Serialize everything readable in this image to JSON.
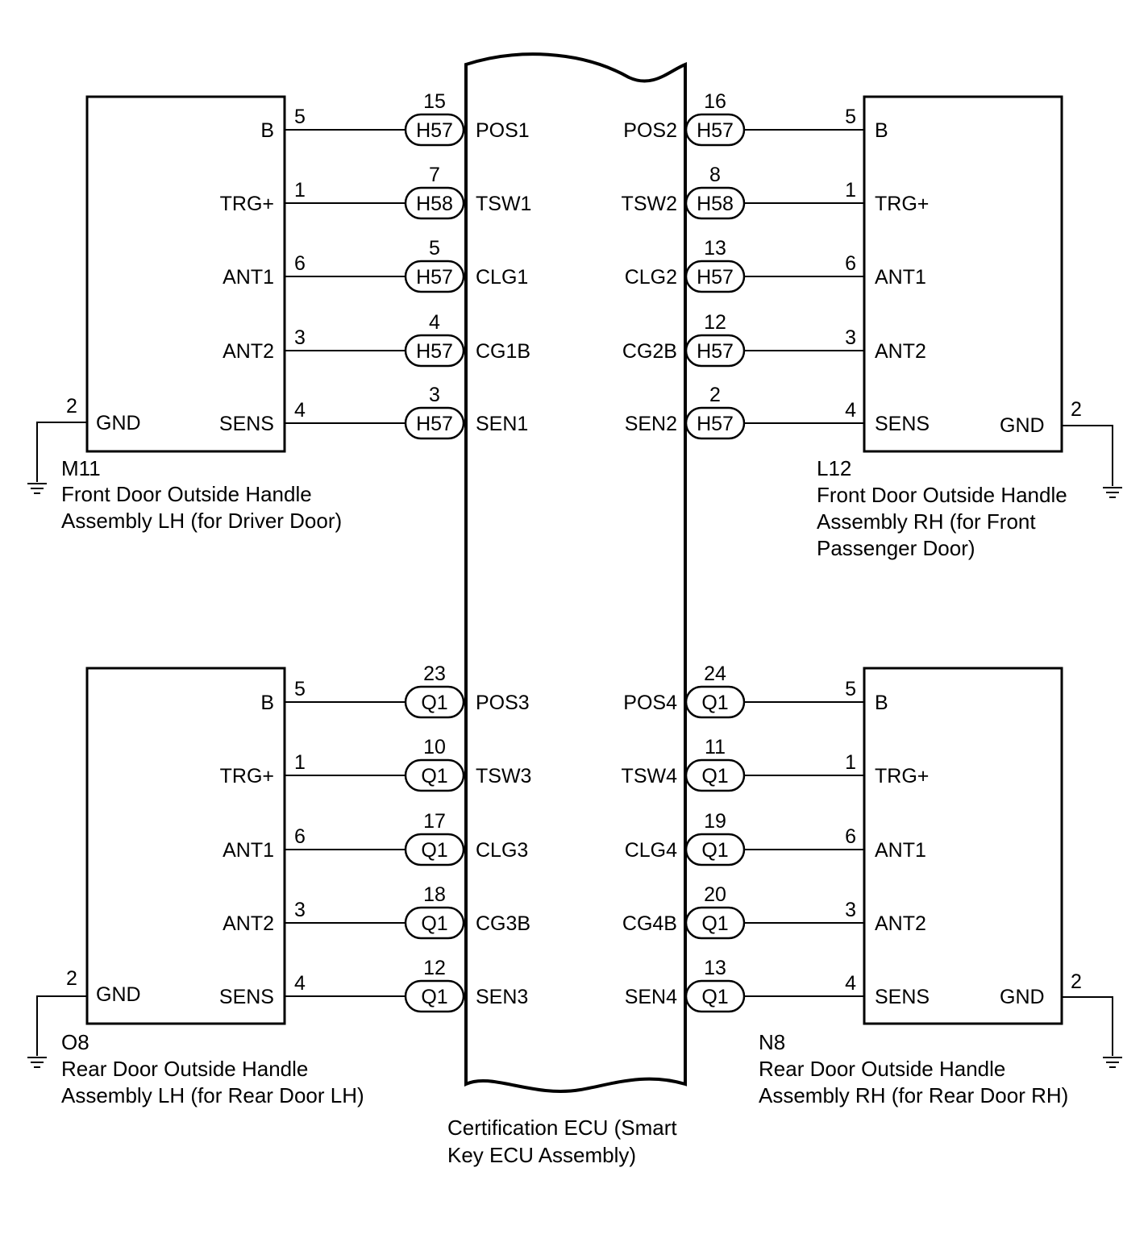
{
  "ecu": {
    "caption": [
      "Certification ECU (Smart",
      "Key ECU Assembly)"
    ],
    "left_rows": [
      {
        "wire_pin": "15",
        "connector": "H57",
        "signal": "POS1"
      },
      {
        "wire_pin": "7",
        "connector": "H58",
        "signal": "TSW1"
      },
      {
        "wire_pin": "5",
        "connector": "H57",
        "signal": "CLG1"
      },
      {
        "wire_pin": "4",
        "connector": "H57",
        "signal": "CG1B"
      },
      {
        "wire_pin": "3",
        "connector": "H57",
        "signal": "SEN1"
      },
      {
        "wire_pin": "23",
        "connector": "Q1",
        "signal": "POS3"
      },
      {
        "wire_pin": "10",
        "connector": "Q1",
        "signal": "TSW3"
      },
      {
        "wire_pin": "17",
        "connector": "Q1",
        "signal": "CLG3"
      },
      {
        "wire_pin": "18",
        "connector": "Q1",
        "signal": "CG3B"
      },
      {
        "wire_pin": "12",
        "connector": "Q1",
        "signal": "SEN3"
      }
    ],
    "right_rows": [
      {
        "wire_pin": "16",
        "connector": "H57",
        "signal": "POS2"
      },
      {
        "wire_pin": "8",
        "connector": "H58",
        "signal": "TSW2"
      },
      {
        "wire_pin": "13",
        "connector": "H57",
        "signal": "CLG2"
      },
      {
        "wire_pin": "12",
        "connector": "H57",
        "signal": "CG2B"
      },
      {
        "wire_pin": "2",
        "connector": "H57",
        "signal": "SEN2"
      },
      {
        "wire_pin": "24",
        "connector": "Q1",
        "signal": "POS4"
      },
      {
        "wire_pin": "11",
        "connector": "Q1",
        "signal": "TSW4"
      },
      {
        "wire_pin": "19",
        "connector": "Q1",
        "signal": "CLG4"
      },
      {
        "wire_pin": "20",
        "connector": "Q1",
        "signal": "CG4B"
      },
      {
        "wire_pin": "13",
        "connector": "Q1",
        "signal": "SEN4"
      }
    ]
  },
  "components": [
    {
      "code": "M11",
      "caption": [
        "Front Door Outside Handle",
        "Assembly LH (for Driver Door)"
      ],
      "gnd": {
        "pin": "2",
        "label": "GND"
      },
      "pins": [
        {
          "label": "B",
          "pin": "5"
        },
        {
          "label": "TRG+",
          "pin": "1"
        },
        {
          "label": "ANT1",
          "pin": "6"
        },
        {
          "label": "ANT2",
          "pin": "3"
        },
        {
          "label": "SENS",
          "pin": "4"
        }
      ]
    },
    {
      "code": "L12",
      "caption": [
        "Front Door Outside Handle",
        "Assembly RH (for Front",
        "Passenger Door)"
      ],
      "gnd": {
        "pin": "2",
        "label": "GND"
      },
      "pins": [
        {
          "label": "B",
          "pin": "5"
        },
        {
          "label": "TRG+",
          "pin": "1"
        },
        {
          "label": "ANT1",
          "pin": "6"
        },
        {
          "label": "ANT2",
          "pin": "3"
        },
        {
          "label": "SENS",
          "pin": "4"
        }
      ]
    },
    {
      "code": "O8",
      "caption": [
        "Rear Door Outside Handle",
        "Assembly LH (for Rear Door LH)"
      ],
      "gnd": {
        "pin": "2",
        "label": "GND"
      },
      "pins": [
        {
          "label": "B",
          "pin": "5"
        },
        {
          "label": "TRG+",
          "pin": "1"
        },
        {
          "label": "ANT1",
          "pin": "6"
        },
        {
          "label": "ANT2",
          "pin": "3"
        },
        {
          "label": "SENS",
          "pin": "4"
        }
      ]
    },
    {
      "code": "N8",
      "caption": [
        "Rear Door Outside Handle",
        "Assembly RH (for Rear Door RH)"
      ],
      "gnd": {
        "pin": "2",
        "label": "GND"
      },
      "pins": [
        {
          "label": "B",
          "pin": "5"
        },
        {
          "label": "TRG+",
          "pin": "1"
        },
        {
          "label": "ANT1",
          "pin": "6"
        },
        {
          "label": "ANT2",
          "pin": "3"
        },
        {
          "label": "SENS",
          "pin": "4"
        }
      ]
    }
  ]
}
